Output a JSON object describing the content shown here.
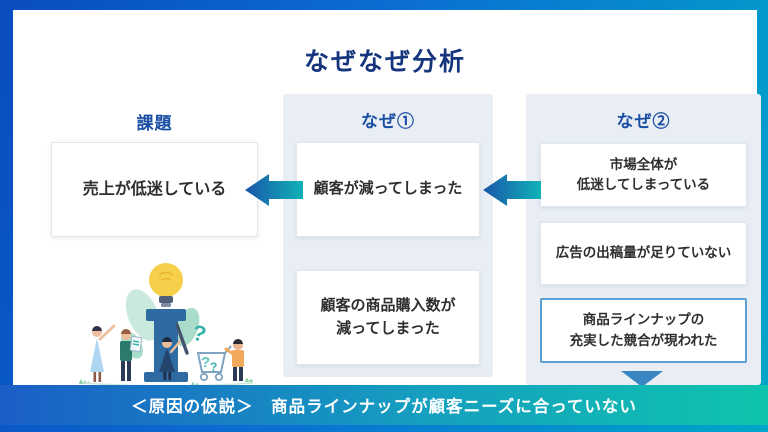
{
  "slide": {
    "title": "なぜなぜ分析",
    "columns": [
      {
        "header": "課題",
        "boxes": [
          {
            "text": "売上が低迷している",
            "highlighted": false
          }
        ]
      },
      {
        "header": "なぜ①",
        "boxes": [
          {
            "text": "顧客が減ってしまった",
            "highlighted": false
          },
          {
            "text": "顧客の商品購入数が\n減ってしまった",
            "highlighted": false
          }
        ]
      },
      {
        "header": "なぜ②",
        "boxes": [
          {
            "text": "市場全体が\n低迷してしまっている",
            "highlighted": false
          },
          {
            "text": "広告の出稿量が足りていない",
            "highlighted": false
          },
          {
            "text": "商品ラインナップの\n充実した競合が現われた",
            "highlighted": true
          }
        ]
      }
    ],
    "hypothesis_bar": {
      "text": "＜原因の仮説＞　商品ラインナップが顧客ニーズに合っていない"
    },
    "illustration": "idea-teamwork-illustration",
    "colors": {
      "title_navy": "#15357d",
      "header_blue": "#1b4fa5",
      "panel_bg": "#e9eef5",
      "box_text": "#2e2e2e",
      "highlight_border": "#5b9fd4",
      "arrow_gradient_left": "#1a56ab",
      "arrow_gradient_right": "#10b2b6",
      "bar_gradient_left": "#1b5ec6",
      "bar_gradient_right": "#0ec4ad",
      "frame_gradient_left": "#0a4cc0",
      "frame_gradient_right": "#01a7ca",
      "triangle_blue": "#3a86c2"
    }
  }
}
